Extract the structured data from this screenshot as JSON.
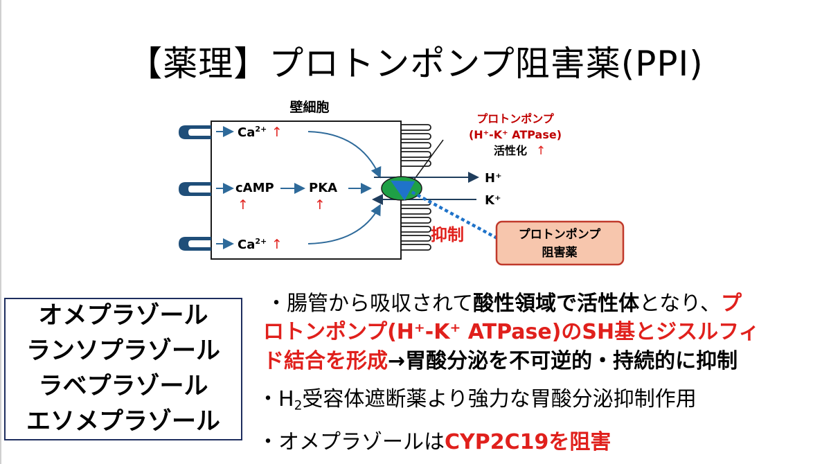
{
  "title": "【薬理】プロトンポンプ阻害薬(PPI)",
  "diagram": {
    "cell_label": "壁細胞",
    "ca_top": "Ca",
    "ca_sup": "2+",
    "camp": "cAMP",
    "pka": "PKA",
    "ca_bottom": "Ca",
    "up_arrow": "↑",
    "pump_label_1": "プロトンポンプ",
    "pump_label_2": "(H⁺-K⁺ ATPase)",
    "pump_label_3": "活性化",
    "h_ion": "H⁺",
    "k_ion": "K⁺",
    "inhibit": "抑制",
    "ppi_box_1": "プロトンポンプ",
    "ppi_box_2": "阻害薬"
  },
  "drugs": [
    "オメプラゾール",
    "ランソプラゾール",
    "ラベプラゾール",
    "エソメプラゾール"
  ],
  "text": {
    "l1_a": "・腸管から吸収されて",
    "l1_b": "酸性領域で活性体",
    "l1_c": "となり、",
    "l1_d": "プ",
    "l2_a": "ロトンポンプ(H⁺-K⁺ ATPase)のSH基とジスルフィ",
    "l3_a": "ド結合を形成",
    "l3_b": "→胃酸分泌を不可逆的・持続的に抑制",
    "l4_a": "・H",
    "l4_sub": "2",
    "l4_b": "受容体遮断薬より強力な胃酸分泌抑制作用",
    "l5_a": "・オメプラゾールは",
    "l5_b": "CYP2C19を阻害"
  },
  "colors": {
    "red": "#e0201c",
    "dark_red": "#c00000",
    "arrow_blue": "#2e6a9a",
    "receptor": "#1f4e79",
    "pump_green": "#1fa046",
    "dotted_blue": "#1f73c9",
    "ppi_box_fill": "#f7c6ad",
    "ppi_box_border": "#c0392b"
  },
  "icons": [
    "receptor-icon",
    "proton-pump-icon"
  ]
}
